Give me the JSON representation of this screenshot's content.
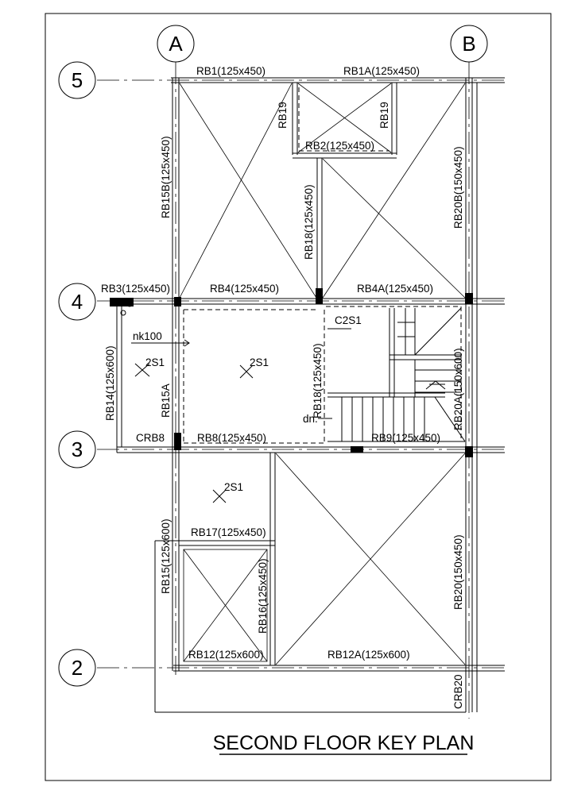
{
  "title": "SECOND FLOOR KEY PLAN",
  "grid": {
    "columns": [
      "A",
      "B"
    ],
    "rows": [
      "5",
      "4",
      "3",
      "2"
    ]
  },
  "beams": {
    "rb1": "RB1(125x450)",
    "rb1a": "RB1A(125x450)",
    "rb19_left": "RB19",
    "rb19_right": "RB19",
    "rb2": "RB2(125x450)",
    "rb15b": "RB15B(125x450)",
    "rb20b": "RB20B(150x450)",
    "rb18_upper": "RB18(125x450)",
    "rb3": "RB3(125x450)",
    "rb4": "RB4(125x450)",
    "rb4a": "RB4A(125x450)",
    "rb14": "RB14(125x600)",
    "rb15a": "RB15A",
    "rb18_lower": "RB18(125x450)",
    "rb20a": "RB20A(150x600)",
    "crb8": "CRB8",
    "rb8": "RB8(125x450)",
    "rb9": "RB9(125x450)",
    "rb17": "RB17(125x450)",
    "rb15": "RB15(125x600)",
    "rb16": "RB16(125x450)",
    "rb20": "RB20(150x450)",
    "rb12": "RB12(125x600)",
    "rb12a": "RB12A(125x600)",
    "crb20": "CRB20"
  },
  "slabs": {
    "s_left": "2S1",
    "s_center": "2S1",
    "s_lower": "2S1",
    "c2s1": "C2S1"
  },
  "annotations": {
    "nk": "nk100",
    "dn": "dn."
  }
}
